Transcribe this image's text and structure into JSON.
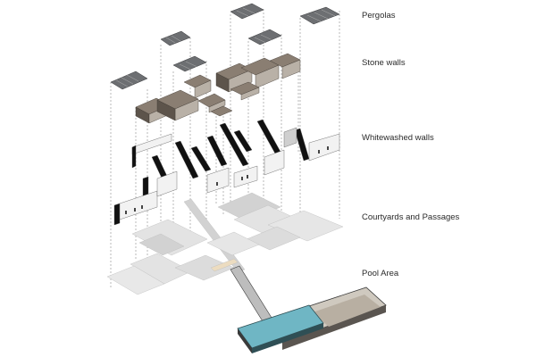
{
  "layers": [
    {
      "id": "pergolas",
      "label": "Pergolas"
    },
    {
      "id": "stone-walls",
      "label": "Stone walls"
    },
    {
      "id": "whitewashed-walls",
      "label": "Whitewashed walls"
    },
    {
      "id": "courtyards",
      "label": "Courtyards and Passages"
    },
    {
      "id": "pool-area",
      "label": "Pool Area"
    }
  ],
  "colors": {
    "pergola_fill": "#6d6f72",
    "pergola_edge": "#3a3b3d",
    "stone_roof": "#8a7e72",
    "stone_front": "#b9b1a7",
    "stone_dark": "#5d544b",
    "wall_black": "#111111",
    "wall_white": "#f2f2f2",
    "wall_grey": "#cfcfcf",
    "court_fill": "#e3e3e3",
    "court_mid": "#d2d2d2",
    "pool_water": "#6fb6c4",
    "pool_deck": "#cfc9bf",
    "pool_rim": "#3a3a3a",
    "dash": "#8a8a8a",
    "label": "#2a2a2a"
  }
}
